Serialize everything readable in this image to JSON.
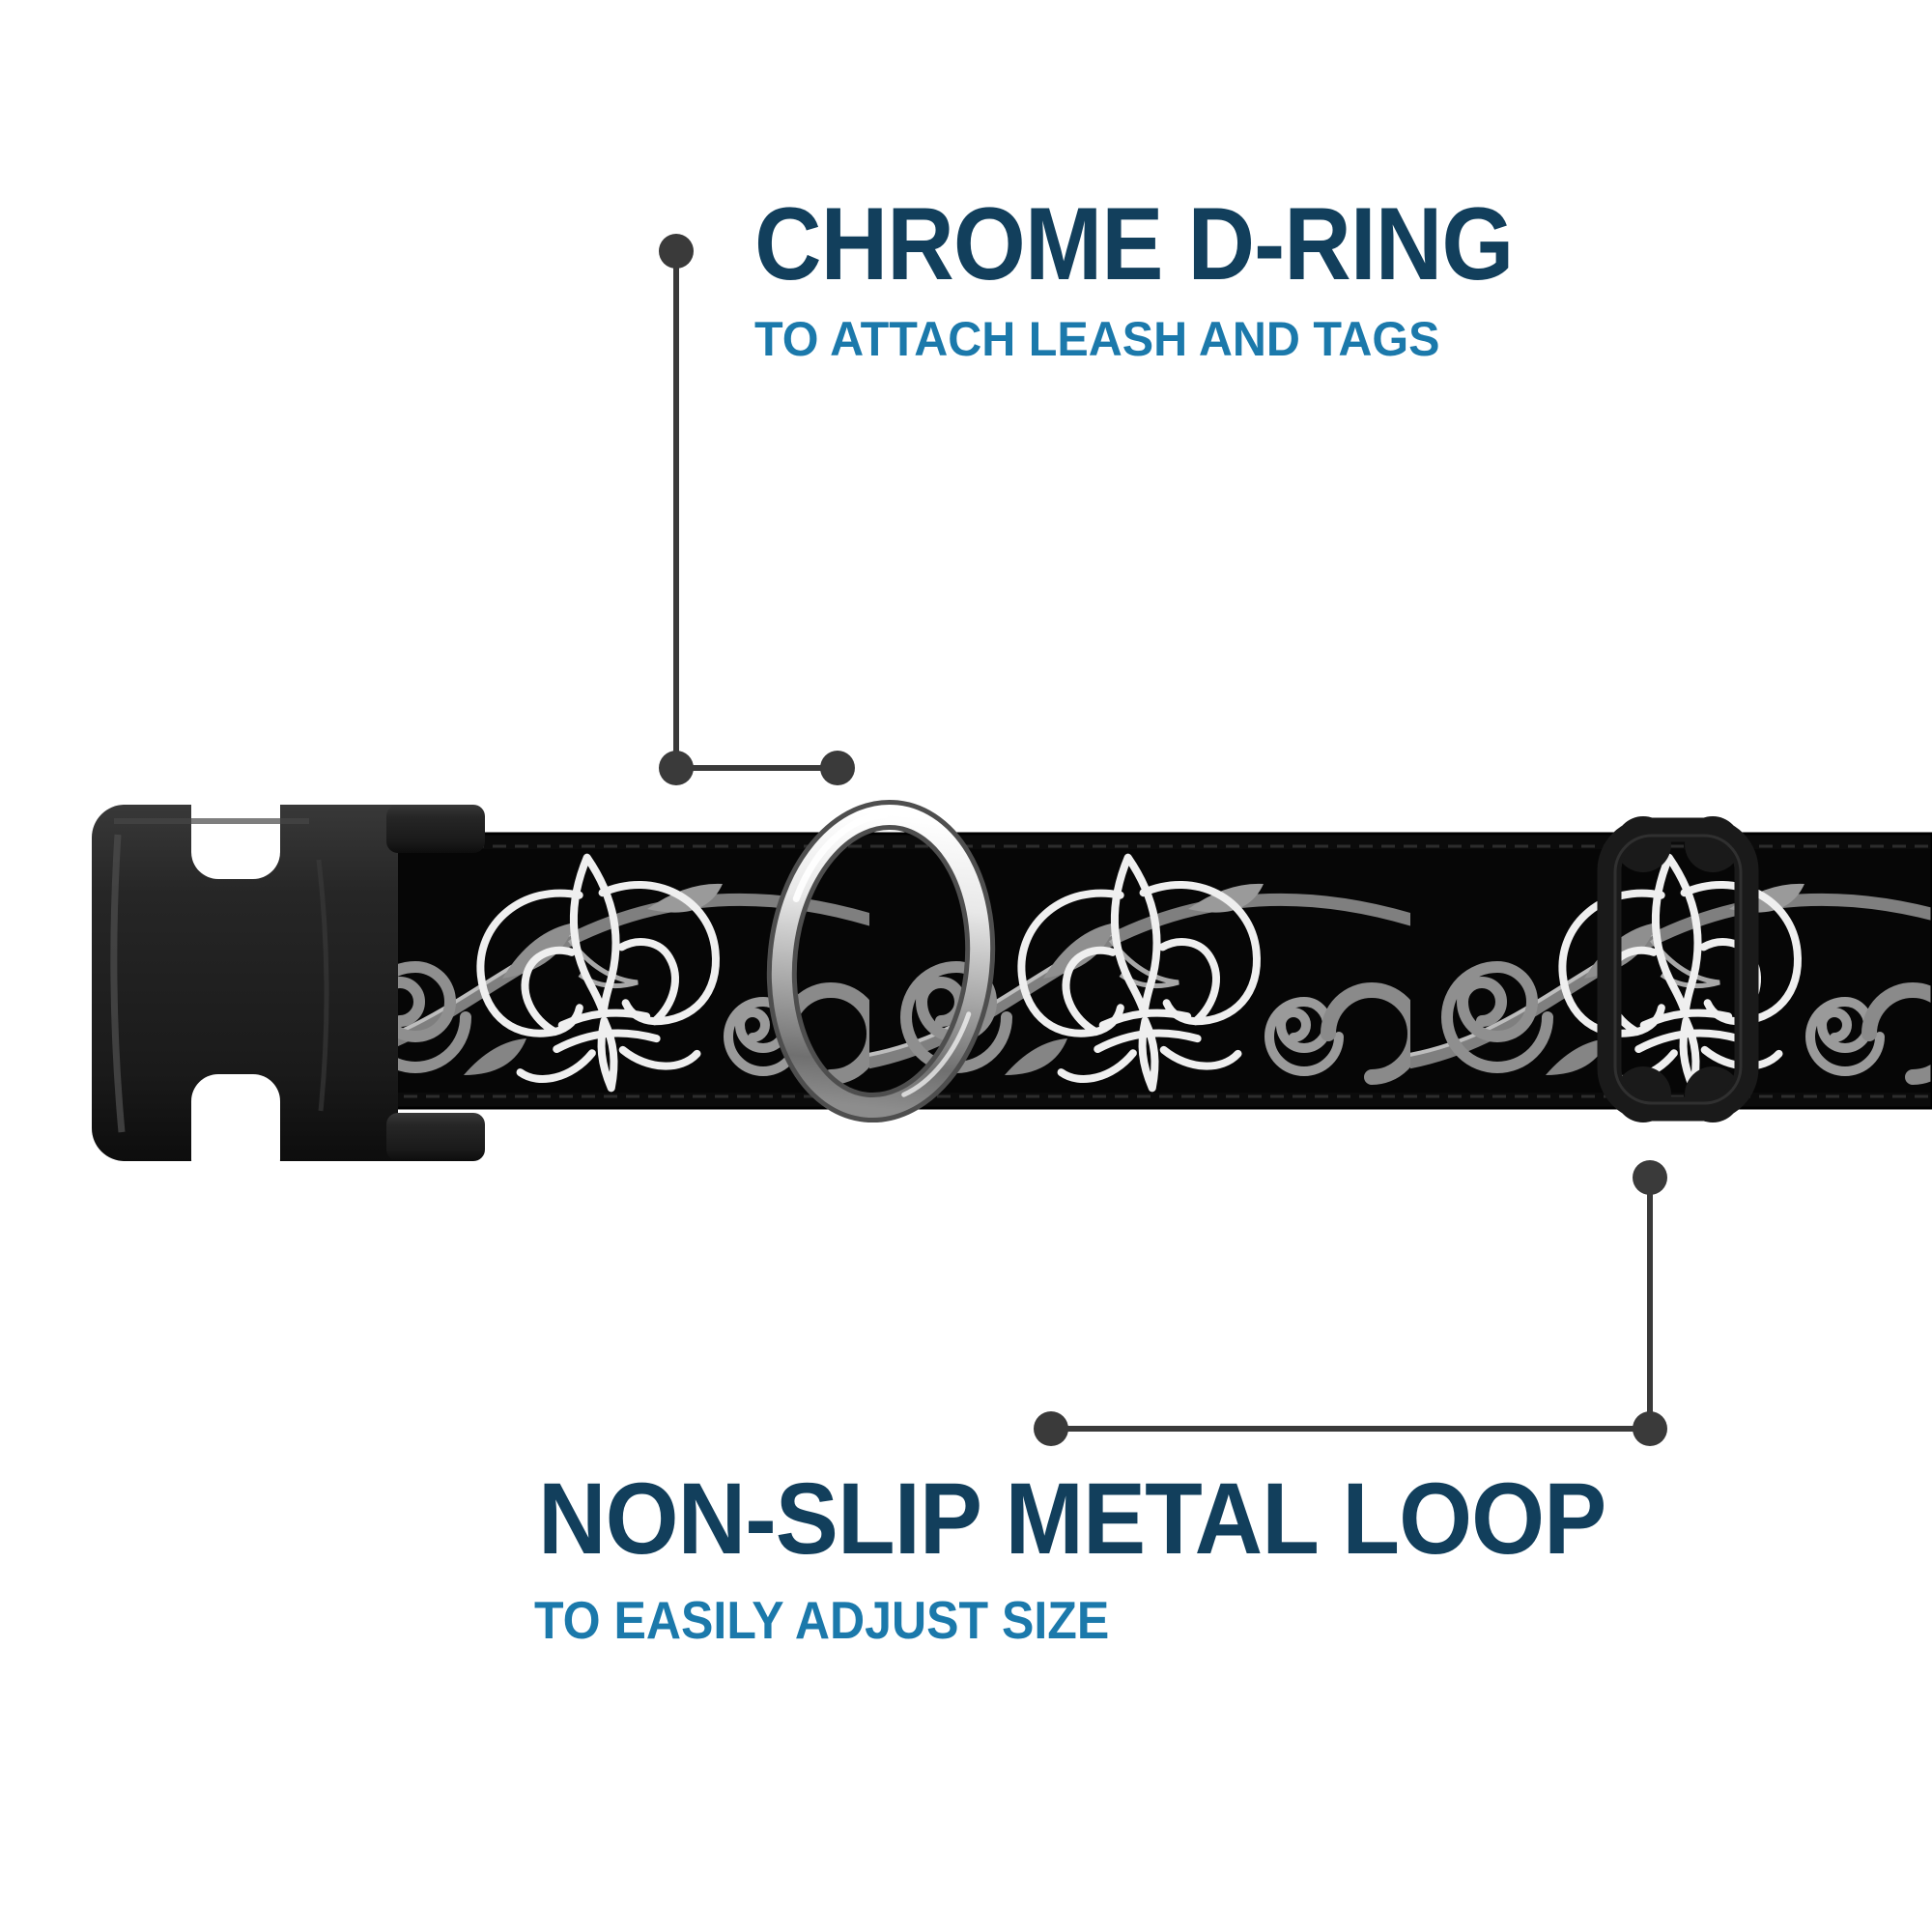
{
  "callouts": {
    "d_ring": {
      "title": "CHROME D-RING",
      "subtitle": "TO ATTACH LEASH AND TAGS"
    },
    "metal_loop": {
      "title": "NON-SLIP METAL LOOP",
      "subtitle": "TO EASILY ADJUST SIZE"
    }
  },
  "product": {
    "strap_pattern": "black webbing with gray filigree swirls and white fleur-de-lis motifs"
  },
  "colors": {
    "background": "#ffffff",
    "title_color": "#123f5c",
    "subtitle_color": "#1b79ab",
    "callout_color": "#3a3a3a",
    "plastic_black": "#1f1f1f",
    "chrome_light": "#f7f7f7",
    "chrome_dark": "#565656",
    "strap_black": "#060606",
    "motif_gray": "#8f8f8f",
    "motif_white": "#efefef"
  }
}
